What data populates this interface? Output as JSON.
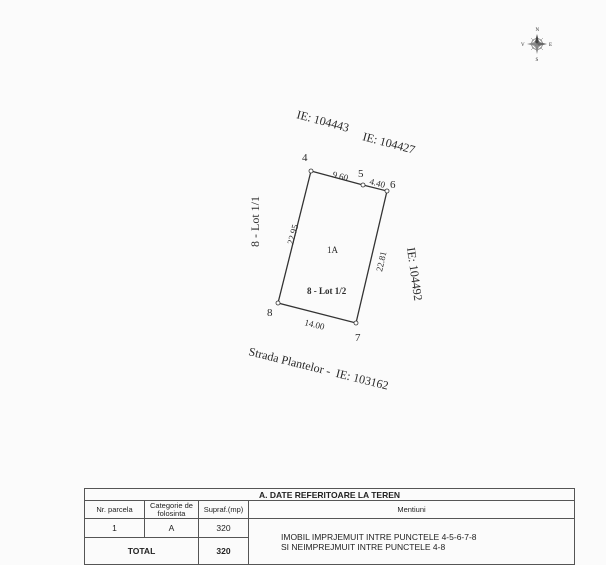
{
  "compass": {
    "n": "N",
    "s": "S",
    "e": "E",
    "v": "V"
  },
  "neighbors": {
    "north_west": "IE: 104443",
    "north_east": "IE: 104427",
    "east": "IE: 104492",
    "south": "Strada Plantelor -  IE: 103162"
  },
  "lots": {
    "neighbor_lot": "8 - Lot 1/1",
    "parcel_lot": "8 - Lot 1/2",
    "parcel_id": "1A"
  },
  "points": [
    {
      "id": "4"
    },
    {
      "id": "5"
    },
    {
      "id": "6"
    },
    {
      "id": "7"
    },
    {
      "id": "8"
    }
  ],
  "distances": {
    "d4_5": "9.60",
    "d5_6": "4.40",
    "d6_7": "22.81",
    "d7_8": "14.00",
    "d8_4": "22.95"
  },
  "table": {
    "title": "A. DATE REFERITOARE LA TEREN",
    "headers": {
      "nr_parcela": "Nr. parcela",
      "categorie": "Categorie de folosinta",
      "supraf": "Supraf.(mp)",
      "mentiuni": "Mentiuni"
    },
    "row": {
      "nr": "1",
      "categorie": "A",
      "supraf": "320"
    },
    "total_label": "TOTAL",
    "total_value": "320",
    "mention_line1": "IMOBIL IMPRJEMUIT INTRE PUNCTELE 4-5-6-7-8",
    "mention_line2": "SI NEIMPREJMUIT INTRE PUNCTELE 4-8"
  }
}
